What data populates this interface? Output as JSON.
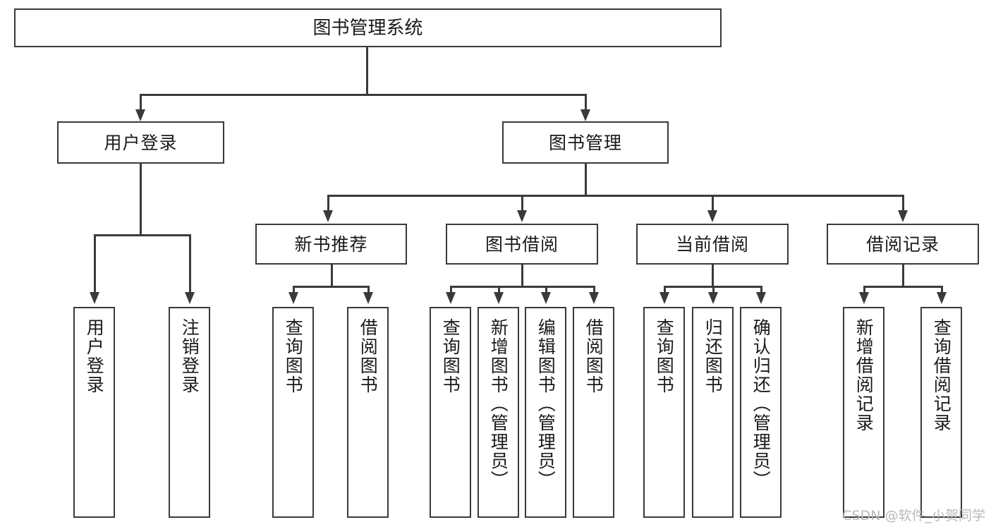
{
  "diagram": {
    "title": "图书管理系统",
    "type": "tree",
    "watermark": "CSDN @软件_小贺同学",
    "colors": {
      "stroke": "#3a3a3a",
      "fill": "#ffffff",
      "text": "#1a1a1a",
      "watermark": "#b9b9b9"
    },
    "root": {
      "label": "图书管理系统"
    },
    "level2": [
      {
        "label": "用户登录"
      },
      {
        "label": "图书管理"
      }
    ],
    "level3": [
      {
        "label": "新书推荐"
      },
      {
        "label": "图书借阅"
      },
      {
        "label": "当前借阅"
      },
      {
        "label": "借阅记录"
      }
    ],
    "leaves": {
      "user_login": [
        {
          "label": "用户登录"
        },
        {
          "label": "注销登录"
        }
      ],
      "new_book": [
        {
          "label": "查询图书"
        },
        {
          "label": "借阅图书"
        }
      ],
      "book_borrow": [
        {
          "label": "查询图书"
        },
        {
          "label": "新增图书（管理员）"
        },
        {
          "label": "编辑图书（管理员）"
        },
        {
          "label": "借阅图书"
        }
      ],
      "current_borrow": [
        {
          "label": "查询图书"
        },
        {
          "label": "归还图书"
        },
        {
          "label": "确认归还（管理员）"
        }
      ],
      "borrow_record": [
        {
          "label": "新增借阅记录"
        },
        {
          "label": "查询借阅记录"
        }
      ]
    }
  }
}
